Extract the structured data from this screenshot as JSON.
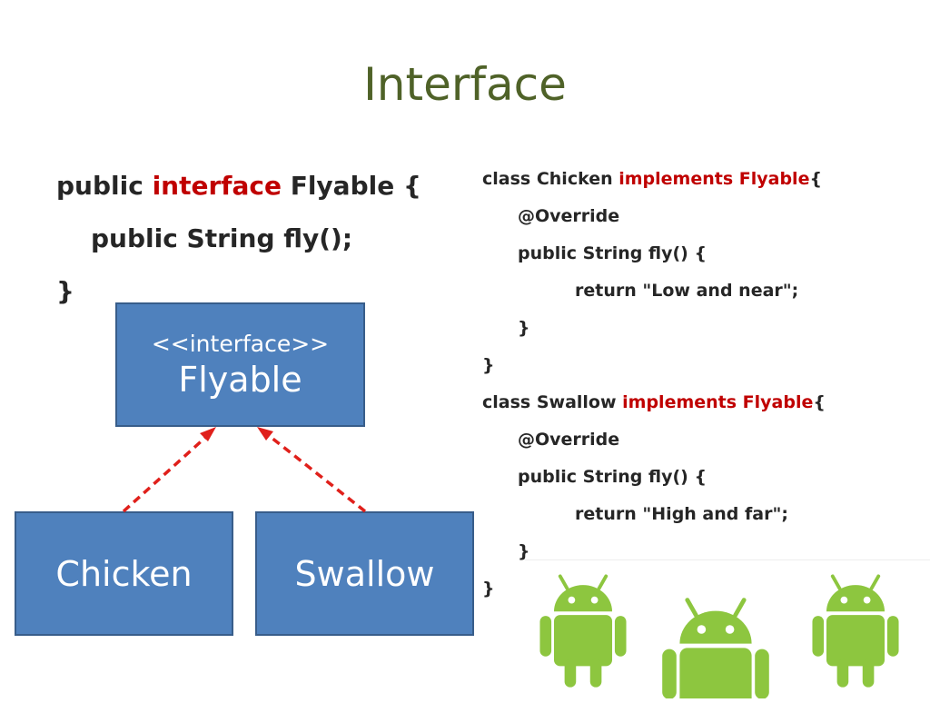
{
  "title": "Interface",
  "interface_code": {
    "line1": {
      "a": "public ",
      "b": "interface",
      "c": " Flyable {"
    },
    "line2": "public String fly();",
    "line3": "}"
  },
  "class_code": {
    "chicken_decl": {
      "a": "class Chicken ",
      "b": "implements Flyable",
      "c": "{"
    },
    "chicken_override": "@Override",
    "chicken_method": "public String fly() {",
    "chicken_return": "return \"Low and near\";",
    "chicken_close_method": "}",
    "chicken_close_class": "}",
    "swallow_decl": {
      "a": "class Swallow ",
      "b": "implements Flyable",
      "c": "{"
    },
    "swallow_override": "@Override",
    "swallow_method": "public String fly() {",
    "swallow_return": "return \"High and far\";",
    "swallow_close_method": "}",
    "swallow_close_class": "}"
  },
  "diagram": {
    "interface_box": {
      "stereotype": "<<interface>>",
      "name": "Flyable"
    },
    "chicken_box": "Chicken",
    "swallow_box": "Swallow",
    "arrow_color": "#e0201b",
    "box_color": "#4f81bd"
  },
  "icons": [
    "android-robot-icon",
    "android-robot-icon",
    "android-robot-icon"
  ],
  "colors": {
    "title": "#4f6228",
    "keyword": "#c00000",
    "android": "#8dc63f"
  }
}
